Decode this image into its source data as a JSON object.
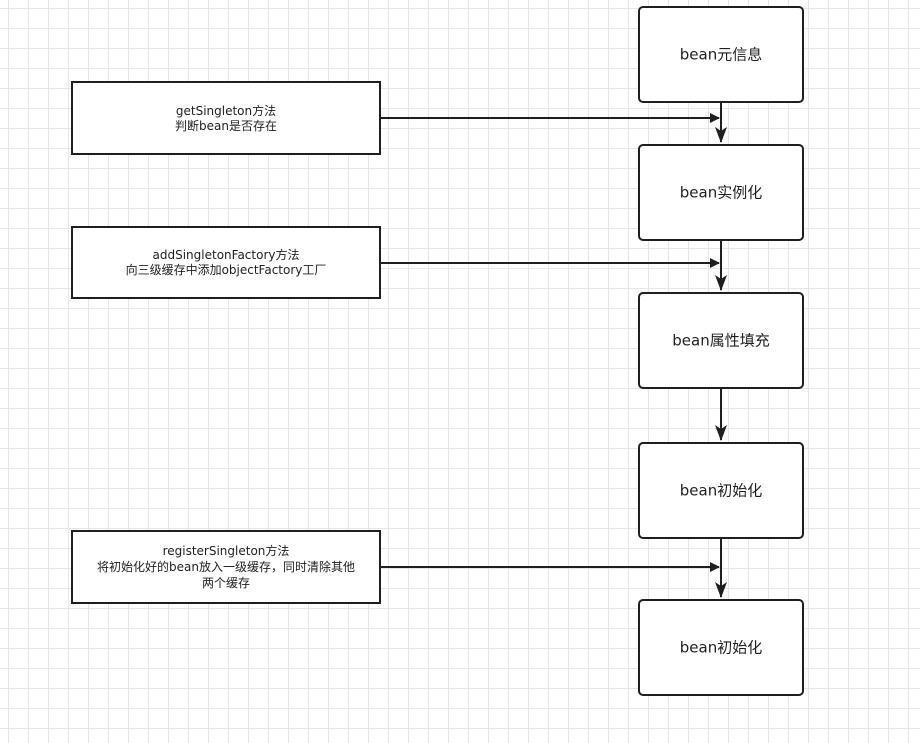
{
  "flow_steps": [
    {
      "label": "bean元信息"
    },
    {
      "label": "bean实例化"
    },
    {
      "label": "bean属性填充"
    },
    {
      "label": "bean初始化"
    },
    {
      "label": "bean初始化"
    }
  ],
  "notes": [
    {
      "lines": [
        "getSingleton方法",
        "判断bean是否存在"
      ]
    },
    {
      "lines": [
        "addSingletonFactory方法",
        "向三级缓存中添加objectFactory工厂"
      ]
    },
    {
      "lines": [
        "registerSingleton方法",
        "将初始化好的bean放入一级缓存，同时清除其他",
        "两个缓存"
      ]
    }
  ]
}
